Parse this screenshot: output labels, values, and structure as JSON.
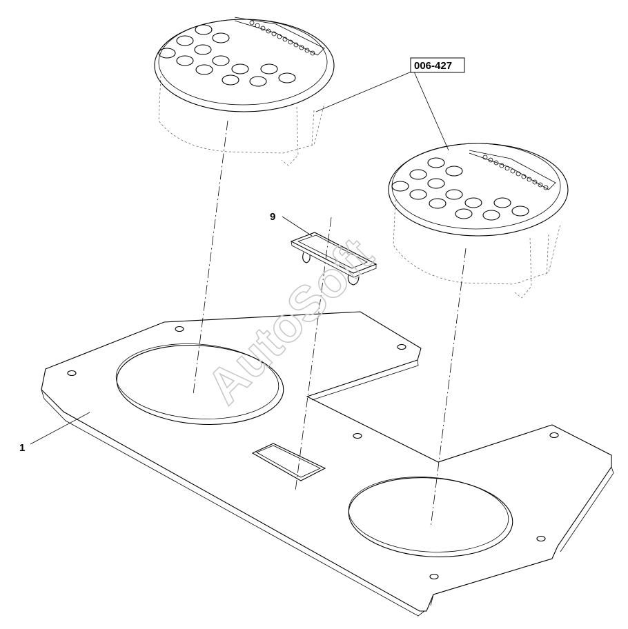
{
  "callouts": {
    "part_1": "1",
    "part_9": "9",
    "part_006_427": "006-427"
  },
  "watermark": "AutoSoft",
  "colors": {
    "line": "#000000",
    "background": "#ffffff",
    "watermark": "#c8c8c8"
  }
}
